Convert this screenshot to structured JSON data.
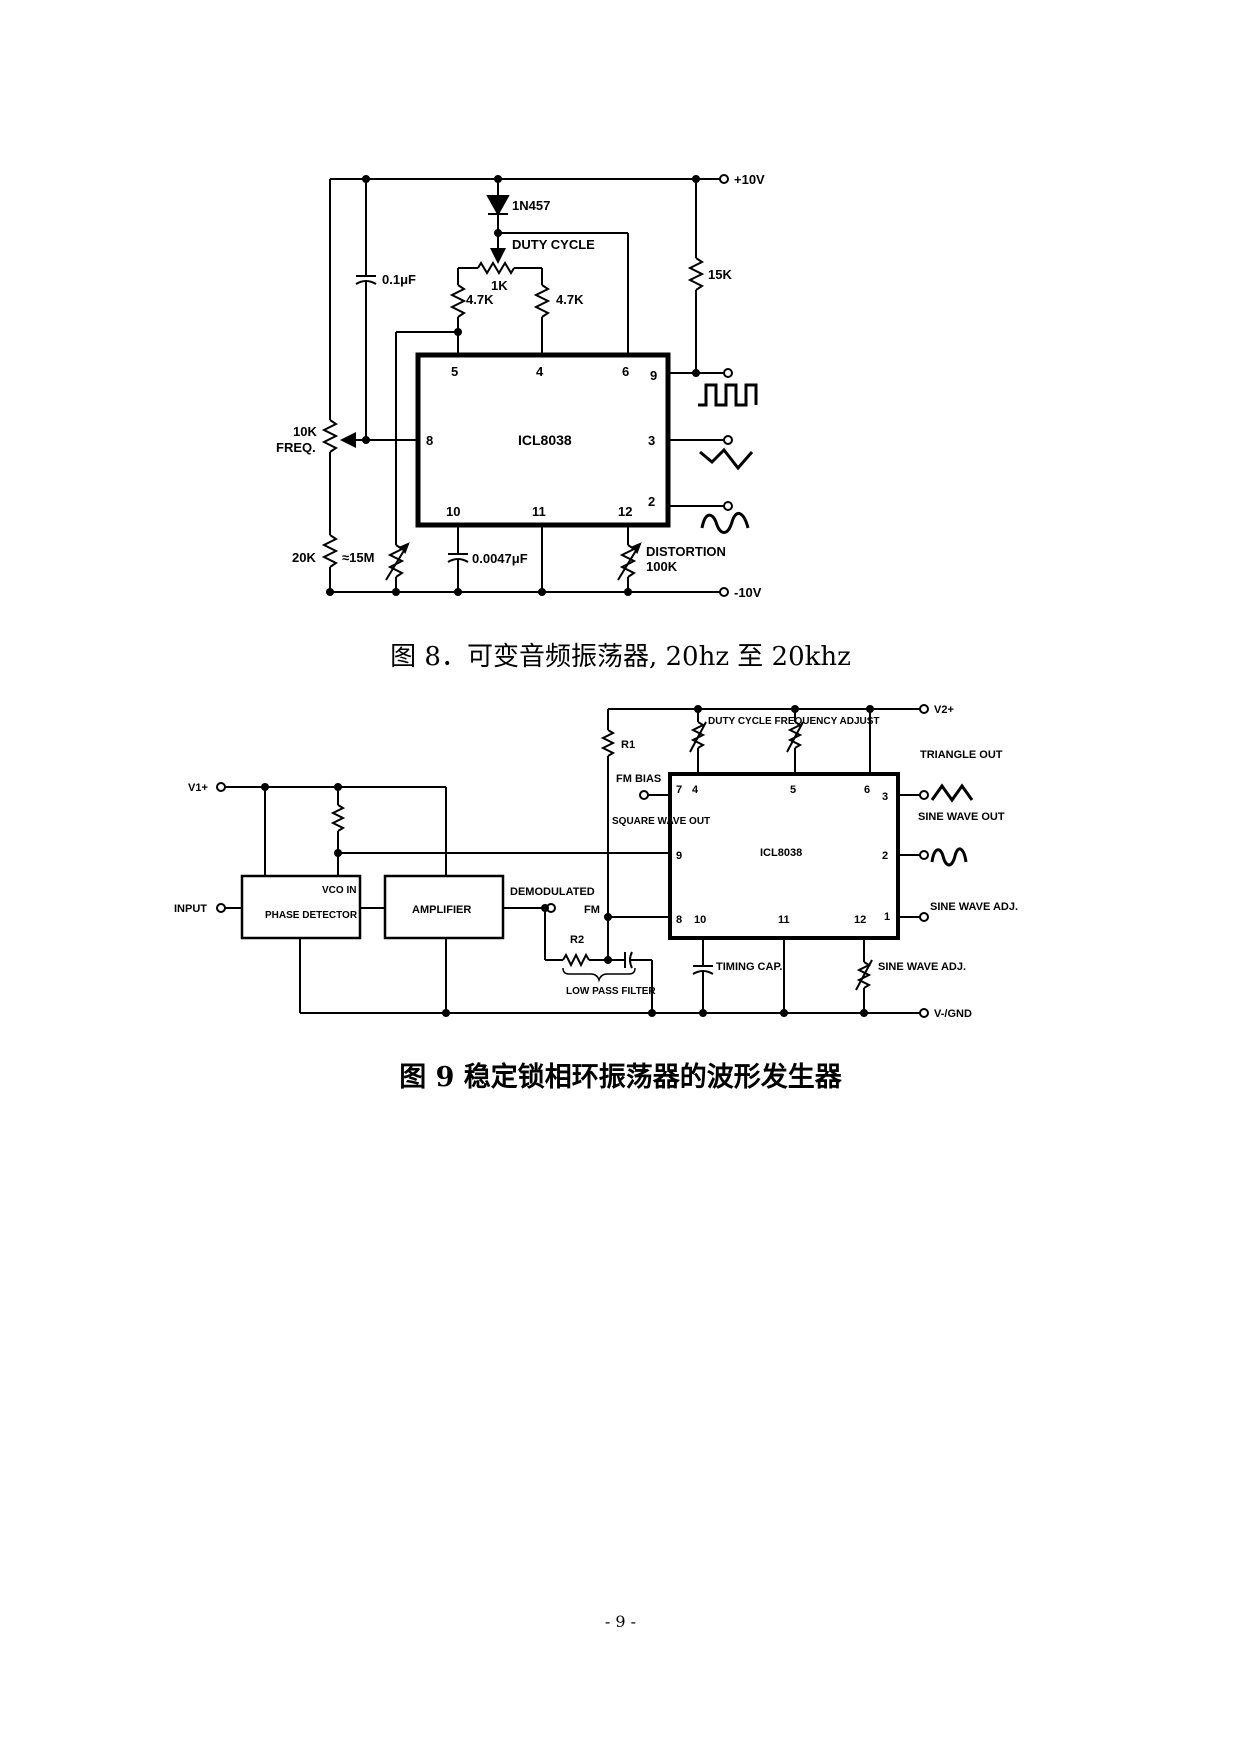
{
  "figure8": {
    "caption": "图 8．可变音频振荡器, 20hz 至 20khz",
    "chip": "ICL8038",
    "supply_pos": "+10V",
    "supply_neg": "-10V",
    "diode": "1N457",
    "duty_cycle": "DUTY CYCLE",
    "pot_1k": "1K",
    "r_47k_left": "4.7K",
    "r_47k_right": "4.7K",
    "r_15k": "15K",
    "cap_01": "0.1μF",
    "freq_pot": "10K",
    "freq_label": "FREQ.",
    "r_20k": "20K",
    "r_15m": "≈15M",
    "cap_timing": "0.0047μF",
    "distortion": "DISTORTION",
    "distortion_val": "100K",
    "pins": [
      "5",
      "4",
      "6",
      "9",
      "8",
      "3",
      "2",
      "10",
      "11",
      "12"
    ]
  },
  "figure9": {
    "caption": "图 9 稳定锁相环振荡器的波形发生器",
    "chip": "ICL8038",
    "v1": "V1+",
    "v2": "V2+",
    "input": "INPUT",
    "phase_detector": "PHASE DETECTOR",
    "vco_in": "VCO IN",
    "amplifier": "AMPLIFIER",
    "demodulated": "DEMODULATED",
    "fm": "FM",
    "r1": "R1",
    "r2": "R2",
    "low_pass_filter": "LOW PASS FILTER",
    "fm_bias": "FM BIAS",
    "square_wave_out": "SQUARE WAVE OUT",
    "duty_cycle_adj": "DUTY CYCLE FREQUENCY ADJUST",
    "triangle_out": "TRIANGLE OUT",
    "sine_wave_out": "SINE WAVE OUT",
    "sine_wave_adj_right": "SINE WAVE ADJ.",
    "timing_cap": "TIMING CAP.",
    "sine_wave_adj_bottom": "SINE WAVE ADJ.",
    "vgnd": "V-/GND",
    "pins": [
      "7",
      "4",
      "5",
      "6",
      "3",
      "9",
      "2",
      "8",
      "10",
      "11",
      "12",
      "1"
    ]
  },
  "page_number": "- 9 -"
}
